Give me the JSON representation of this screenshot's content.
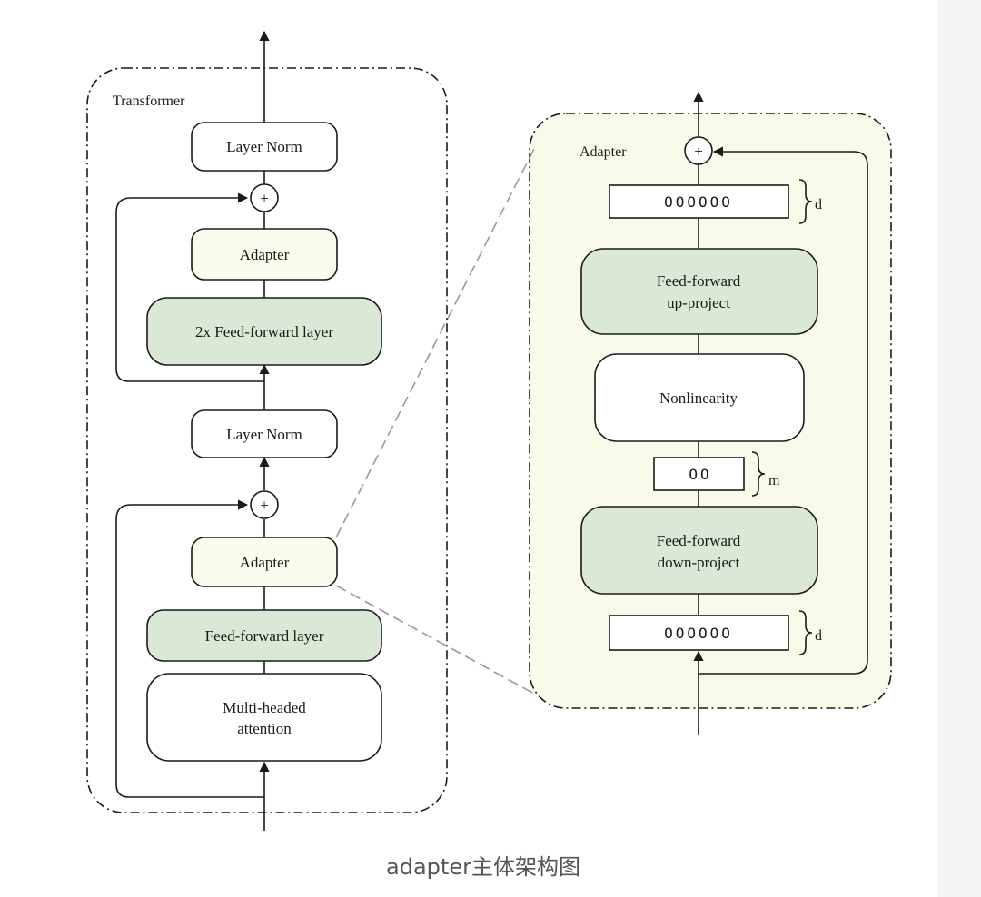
{
  "colors": {
    "green_fill": "#dce8d6",
    "cream_fill": "#fbfbee",
    "panel_fill": "#fafaea",
    "white_fill": "#ffffff",
    "stroke": "#1a1a1a",
    "zoom_line": "#9a9a9a",
    "caption_text": "#555555"
  },
  "transformer": {
    "label": "Transformer",
    "layer_norm_top": "Layer Norm",
    "plus_top": "+",
    "adapter_top": "Adapter",
    "ff2x": "2x Feed-forward layer",
    "layer_norm_mid": "Layer Norm",
    "plus_mid": "+",
    "adapter_bottom": "Adapter",
    "ff": "Feed-forward layer",
    "mha_line1": "Multi-headed",
    "mha_line2": "attention"
  },
  "adapter_detail": {
    "label": "Adapter",
    "plus": "+",
    "neurons_top": "OOOOOO",
    "d_top": "d",
    "ff_up_line1": "Feed-forward",
    "ff_up_line2": "up-project",
    "nonlinearity": "Nonlinearity",
    "neurons_mid": "OO",
    "m": "m",
    "ff_down_line1": "Feed-forward",
    "ff_down_line2": "down-project",
    "neurons_bottom": "OOOOOO",
    "d_bottom": "d"
  },
  "caption": "adapter主体架构图"
}
